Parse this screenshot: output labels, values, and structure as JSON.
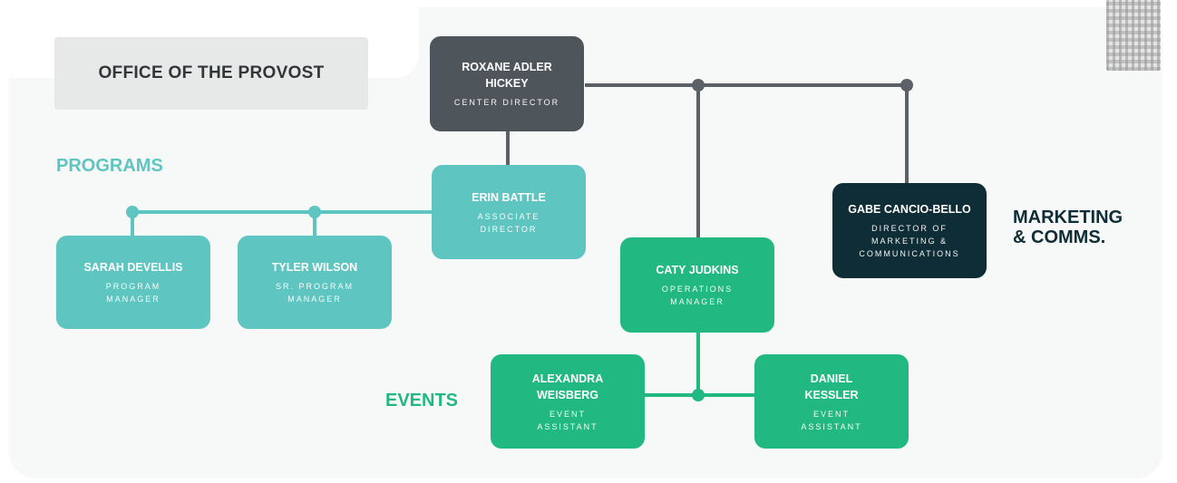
{
  "office": {
    "title": "OFFICE OF THE PROVOST"
  },
  "section_labels": {
    "programs": "PROGRAMS",
    "marketing": "MARKETING\n& COMMS.",
    "events": "EVENTS"
  },
  "people": {
    "roxane": {
      "name": "ROXANE ADLER\nHICKEY",
      "role": "CENTER DIRECTOR"
    },
    "erin": {
      "name": "ERIN BATTLE",
      "role": "ASSOCIATE\nDIRECTOR"
    },
    "sarah": {
      "name": "SARAH DEVELLIS",
      "role": "PROGRAM\nMANAGER"
    },
    "tyler": {
      "name": "TYLER WILSON",
      "role": "SR. PROGRAM\nMANAGER"
    },
    "gabe": {
      "name": "GABE CANCIO-BELLO",
      "role": "DIRECTOR OF\nMARKETING &\nCOMMUNICATIONS"
    },
    "caty": {
      "name": "CATY JUDKINS",
      "role": "OPERATIONS\nMANAGER"
    },
    "alexandra": {
      "name": "ALEXANDRA\nWEISBERG",
      "role": "EVENT\nASSISTANT"
    },
    "daniel": {
      "name": "DANIEL\nKESSLER",
      "role": "EVENT\nASSISTANT"
    }
  },
  "colors": {
    "director": "#4f565b",
    "programs": "#5fc5c1",
    "operations": "#22b882",
    "marketing": "#0f2d36",
    "line_dark": "#5b6166",
    "line_programs": "#5fc5c1",
    "line_events": "#22b882"
  }
}
